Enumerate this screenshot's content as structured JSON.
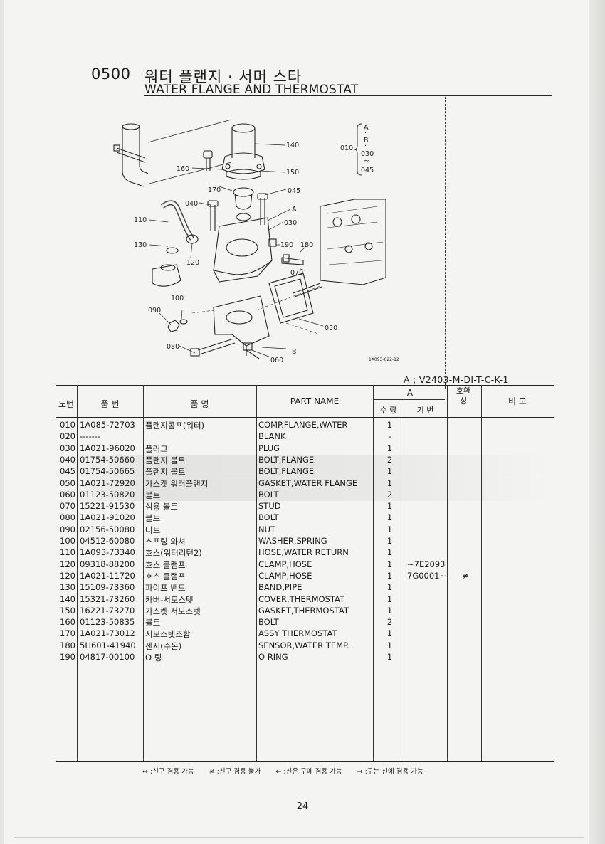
{
  "header": {
    "section_code": "0500",
    "title_ko": "워터 플랜지 · 서머 스타",
    "title_en": "WATER FLANGE AND THERMOSTAT"
  },
  "diagram": {
    "callouts": {
      "c140": "140",
      "c150": "150",
      "c160": "160",
      "c170": "170",
      "c045": "045",
      "c040": "040",
      "c110": "110",
      "c030": "030",
      "c130": "130",
      "c120": "120",
      "c190": "190",
      "c180": "180",
      "c070": "070",
      "c100": "100",
      "c090": "090",
      "c050": "050",
      "c080": "080",
      "c060": "060",
      "cA": "A",
      "cB": "B",
      "c010": "010"
    },
    "range_label": [
      "A",
      "·",
      "B",
      "·",
      "030",
      "~",
      "045"
    ],
    "image_code": "1A093-022-12"
  },
  "model": "A ; V2403-M-DI-T-C-K-1",
  "table": {
    "headers": {
      "ref_no": "도번",
      "part_no": "품 번",
      "name_ko": "품 명",
      "part_name": "PART NAME",
      "group": "A",
      "qty": "수 량",
      "serial": "기 번",
      "interchange": "호환성",
      "remarks": "비 고"
    },
    "rows": [
      {
        "no": "010",
        "pn": "1A085-72703",
        "ko": "플랜지콤프(워터)",
        "en": "COMP.FLANGE,WATER",
        "qty": "1",
        "sn": "",
        "ic": ""
      },
      {
        "no": "020",
        "pn": "-------",
        "ko": "",
        "en": "BLANK",
        "qty": "-",
        "sn": "",
        "ic": ""
      },
      {
        "no": "030",
        "pn": "1A021-96020",
        "ko": "플러그",
        "en": "PLUG",
        "qty": "1",
        "sn": "",
        "ic": ""
      },
      {
        "no": "040",
        "pn": "01754-50660",
        "ko": "플랜지 볼트",
        "en": "BOLT,FLANGE",
        "qty": "2",
        "sn": "",
        "ic": ""
      },
      {
        "no": "045",
        "pn": "01754-50665",
        "ko": "플랜지 볼트",
        "en": "BOLT,FLANGE",
        "qty": "1",
        "sn": "",
        "ic": ""
      },
      {
        "no": "050",
        "pn": "1A021-72920",
        "ko": "가스켓 워터플랜지",
        "en": "GASKET,WATER FLANGE",
        "qty": "1",
        "sn": "",
        "ic": ""
      },
      {
        "no": "060",
        "pn": "01123-50820",
        "ko": "볼트",
        "en": "BOLT",
        "qty": "2",
        "sn": "",
        "ic": ""
      },
      {
        "no": "070",
        "pn": "15221-91530",
        "ko": "심용 볼트",
        "en": "STUD",
        "qty": "1",
        "sn": "",
        "ic": ""
      },
      {
        "no": "080",
        "pn": "1A021-91020",
        "ko": "볼트",
        "en": "BOLT",
        "qty": "1",
        "sn": "",
        "ic": ""
      },
      {
        "no": "090",
        "pn": "02156-50080",
        "ko": "너트",
        "en": "NUT",
        "qty": "1",
        "sn": "",
        "ic": ""
      },
      {
        "no": "100",
        "pn": "04512-60080",
        "ko": "스프링 와셔",
        "en": "WASHER,SPRING",
        "qty": "1",
        "sn": "",
        "ic": ""
      },
      {
        "no": "110",
        "pn": "1A093-73340",
        "ko": "호스(워터리턴2)",
        "en": "HOSE,WATER RETURN",
        "qty": "1",
        "sn": "",
        "ic": ""
      },
      {
        "no": "120",
        "pn": "09318-88200",
        "ko": "호스 클램프",
        "en": "CLAMP,HOSE",
        "qty": "1",
        "sn": "~7E2093",
        "ic": ""
      },
      {
        "no": "120",
        "pn": "1A021-11720",
        "ko": "호스 클램프",
        "en": "CLAMP,HOSE",
        "qty": "1",
        "sn": "7G0001~",
        "ic": "≠"
      },
      {
        "no": "130",
        "pn": "15109-73360",
        "ko": "파이프 밴드",
        "en": "BAND,PIPE",
        "qty": "1",
        "sn": "",
        "ic": ""
      },
      {
        "no": "140",
        "pn": "15321-73260",
        "ko": "카버-서모스텟",
        "en": "COVER,THERMOSTAT",
        "qty": "1",
        "sn": "",
        "ic": ""
      },
      {
        "no": "150",
        "pn": "16221-73270",
        "ko": "가스켓 서모스텟",
        "en": "GASKET,THERMOSTAT",
        "qty": "1",
        "sn": "",
        "ic": ""
      },
      {
        "no": "160",
        "pn": "01123-50835",
        "ko": "볼트",
        "en": "BOLT",
        "qty": "2",
        "sn": "",
        "ic": ""
      },
      {
        "no": "170",
        "pn": "1A021-73012",
        "ko": "서모스텟조합",
        "en": "ASSY THERMOSTAT",
        "qty": "1",
        "sn": "",
        "ic": ""
      },
      {
        "no": "180",
        "pn": "5H601-41940",
        "ko": "센서(수온)",
        "en": "SENSOR,WATER TEMP.",
        "qty": "1",
        "sn": "",
        "ic": ""
      },
      {
        "no": "190",
        "pn": "04817-00100",
        "ko": "O 링",
        "en": "O RING",
        "qty": "1",
        "sn": "",
        "ic": ""
      }
    ]
  },
  "legend": {
    "both_ways": "↔ :신구 겸용 가능",
    "not_interchangeable": "≠ :신구 겸용 불가",
    "new_to_old": "← :신은 구에 겸용 가능",
    "old_to_new": "→ :구는 신에 겸용 가능"
  },
  "page_number": "24"
}
